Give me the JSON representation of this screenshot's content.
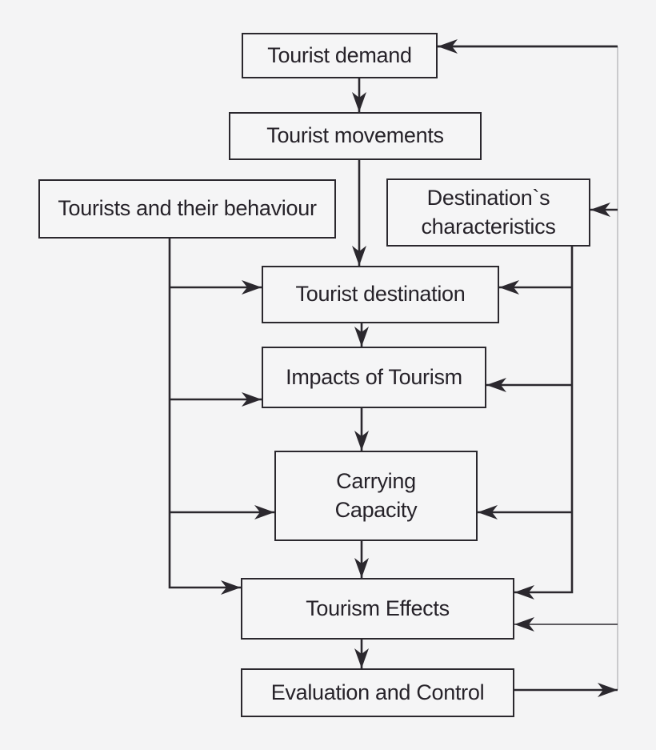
{
  "nodes": {
    "tourist_demand": {
      "label": "Tourist demand"
    },
    "tourist_movements": {
      "label": "Tourist movements"
    },
    "tourists_and_their_behaviour": {
      "label": "Tourists and their behaviour"
    },
    "destinations_characteristics": {
      "label": "Destination`s\ncharacteristics"
    },
    "tourist_destination": {
      "label": "Tourist destination"
    },
    "impacts_of_tourism": {
      "label": "Impacts of Tourism"
    },
    "carrying_capacity": {
      "label": "Carrying\nCapacity"
    },
    "tourism_effects": {
      "label": "Tourism Effects"
    },
    "evaluation_and_control": {
      "label": "Evaluation and Control"
    }
  },
  "colors": {
    "background": "#f4f4f5",
    "box_border": "#2b282e",
    "text": "#262229",
    "connector": "#2b282e",
    "feedback_line": "#b4b4b6"
  }
}
